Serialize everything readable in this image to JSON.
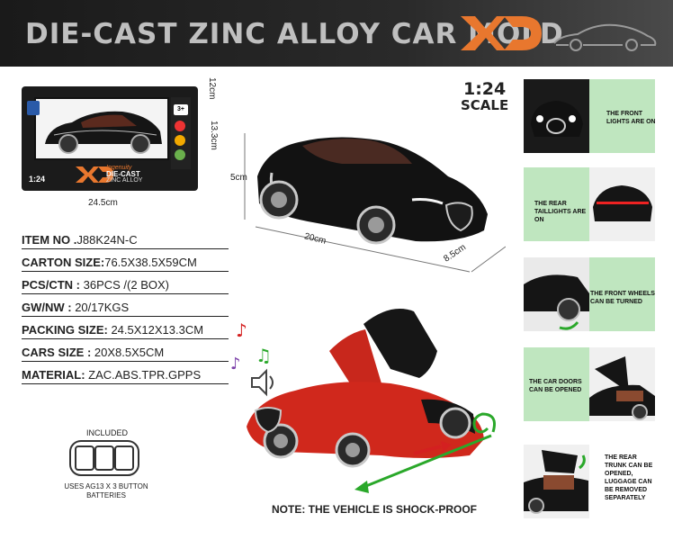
{
  "header": {
    "title": "DIE-CAST ZINC ALLOY CAR MOLD",
    "logo_text": "XD",
    "brand_color": "#e8772e"
  },
  "package": {
    "scale_label": "1:24",
    "brand_line1": "Ingenuity",
    "brand_line2": "DIE-CAST",
    "brand_line3": "ZINC ALLOY",
    "badge_age": "3+",
    "dim_width": "24.5cm",
    "dim_depth": "12cm",
    "dim_height": "13.3cm"
  },
  "specs": [
    {
      "label": "ITEM NO .",
      "value": "J88K24N-C"
    },
    {
      "label": "CARTON SIZE:",
      "value": "76.5X38.5X59CM"
    },
    {
      "label": "PCS/CTN :",
      "value": " 36PCS /(2 BOX)"
    },
    {
      "label": "GW/NW :",
      "value": " 20/17KGS"
    },
    {
      "label": "PACKING SIZE:",
      "value": " 24.5X12X13.3CM"
    },
    {
      "label": "CARS SIZE :",
      "value": " 20X8.5X5CM"
    },
    {
      "label": "MATERIAL:",
      "value": " ZAC.ABS.TPR.GPPS"
    }
  ],
  "battery": {
    "included_label": "INCLUDED",
    "note": "USES AG13 X 3 BUTTON BATTERIES"
  },
  "scale": {
    "ratio": "1:24",
    "word": "SCALE"
  },
  "car_dims": {
    "height": "5cm",
    "length": "20cm",
    "width": "8.5cm"
  },
  "shock_note": "NOTE: THE VEHICLE IS SHOCK-PROOF",
  "features": [
    {
      "text": "THE FRONT LIGHTS ARE ON"
    },
    {
      "text": "THE REAR TAILLIGHTS ARE ON"
    },
    {
      "text": "THE FRONT WHEELS CAN BE TURNED"
    },
    {
      "text": "THE CAR DOORS CAN BE OPENED"
    },
    {
      "text": "THE REAR TRUNK CAN BE OPENED, LUGGAGE CAN BE REMOVED SEPARATELY"
    }
  ],
  "colors": {
    "panel_green": "#bfe6bf",
    "arrow_green": "#2aa82a",
    "arrow_red": "#d42020",
    "car_black": "#121212",
    "car_red": "#d0281c"
  }
}
